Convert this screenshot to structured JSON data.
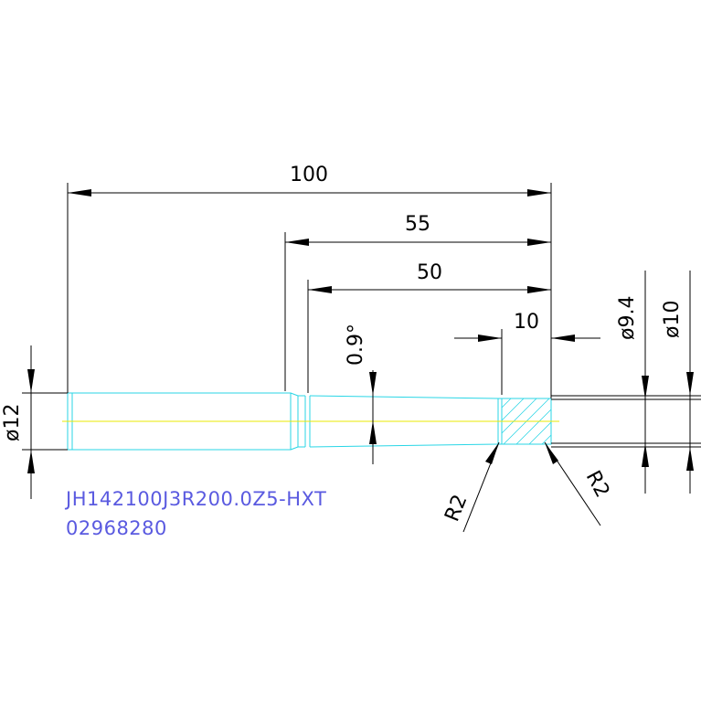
{
  "dimensions": {
    "overall_length": "100",
    "length_55": "55",
    "length_50": "50",
    "tip_length": "10",
    "taper_angle": "0.9°",
    "shank_diameter": "ø12",
    "tip_diameter_94": "ø9.4",
    "tip_diameter_10": "ø10",
    "radius_left": "R2",
    "radius_right": "R2"
  },
  "part": {
    "code": "JH142100J3R200.0Z5-HXT",
    "number": "02968280"
  },
  "colors": {
    "outline": "#29d6e6",
    "centerline": "#e8e800",
    "dimension": "#000000",
    "label": "#5a5ae0"
  }
}
